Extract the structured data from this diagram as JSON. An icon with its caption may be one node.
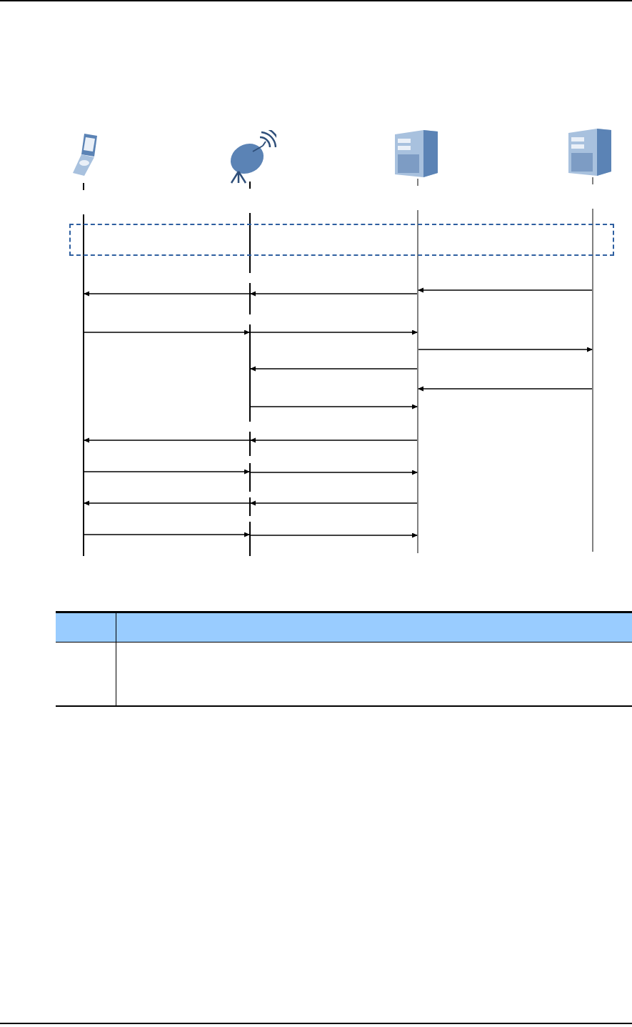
{
  "diagram": {
    "nodes": [
      {
        "text": [],
        "shape": "phone"
      },
      {
        "text": [],
        "shape": "antenna"
      },
      {
        "text": [],
        "shape": "server"
      },
      {
        "text": [],
        "shape": "server"
      },
      {
        "text": [],
        "shape": "box"
      }
    ],
    "edges": [
      {
        "from": 3,
        "to": 2,
        "arrow": "to"
      },
      {
        "from": 2,
        "to": 1,
        "arrow": "to"
      },
      {
        "from": 1,
        "to": 0,
        "arrow": "to"
      },
      {
        "from": 0,
        "to": 1,
        "arrow": "to"
      },
      {
        "from": 1,
        "to": 2,
        "arrow": "to"
      },
      {
        "from": 2,
        "to": 3,
        "arrow": "to"
      },
      {
        "from": 2,
        "to": 1,
        "arrow": "to"
      },
      {
        "from": 3,
        "to": 2,
        "arrow": "to"
      },
      {
        "from": 1,
        "to": 2,
        "arrow": "to"
      },
      {
        "from": 2,
        "to": 1,
        "arrow": "to"
      },
      {
        "from": 1,
        "to": 0,
        "arrow": "to"
      },
      {
        "from": 0,
        "to": 1,
        "arrow": "to"
      },
      {
        "from": 1,
        "to": 2,
        "arrow": "to"
      },
      {
        "from": 2,
        "to": 1,
        "arrow": "to"
      },
      {
        "from": 1,
        "to": 0,
        "arrow": "to"
      },
      {
        "from": 0,
        "to": 1,
        "arrow": "to"
      },
      {
        "from": 1,
        "to": 2,
        "arrow": "to"
      }
    ]
  }
}
